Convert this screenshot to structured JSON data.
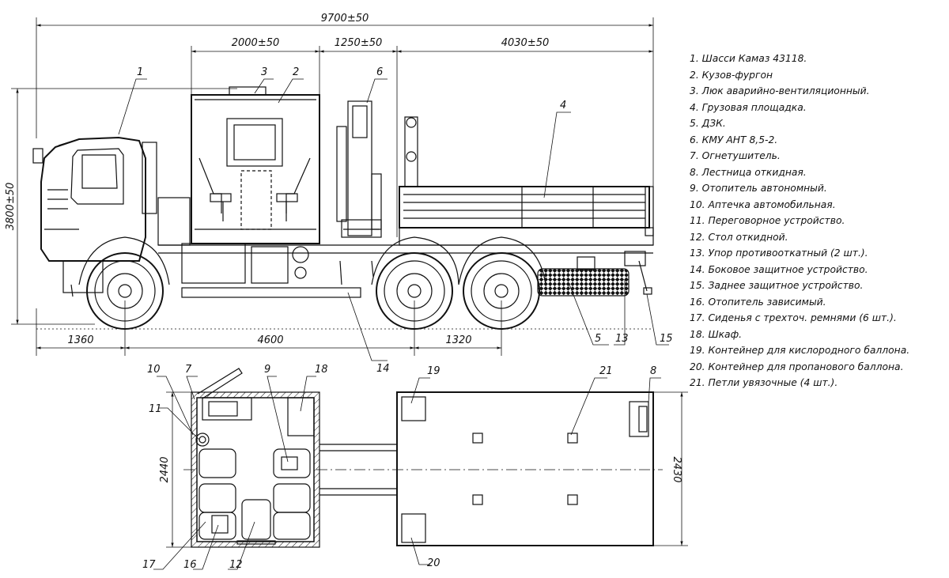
{
  "dimensions": {
    "total_length": "9700±50",
    "van_length": "2000±50",
    "crane_section": "1250±50",
    "platform_length": "4030±50",
    "height": "3800±50",
    "front_overhang": "1360",
    "wheelbase": "4600",
    "rear_axle_spacing": "1320",
    "van_width": "2440",
    "platform_width": "2430"
  },
  "callouts": [
    "1",
    "2",
    "3",
    "4",
    "5",
    "6",
    "7",
    "8",
    "9",
    "10",
    "11",
    "12",
    "13",
    "14",
    "15",
    "16",
    "17",
    "18",
    "19",
    "20",
    "21"
  ],
  "legend": [
    "1. Шасси Камаз 43118.",
    "2. Кузов-фургон",
    "3. Люк аварийно-вентиляционный.",
    "4. Грузовая площадка.",
    "5. ДЗК.",
    "6. КМУ АНТ 8,5-2.",
    "7. Огнетушитель.",
    "8. Лестница откидная.",
    "9. Отопитель автономный.",
    "10. Аптечка автомобильная.",
    "11. Переговорное устройство.",
    "12. Стол откидной.",
    "13. Упор противооткатный (2 шт.).",
    "14. Боковое защитное устройство.",
    "15. Заднее защитное устройство.",
    "16. Отопитель зависимый.",
    "17. Сиденья с трехточ. ремнями (6 шт.).",
    "18. Шкаф.",
    "19. Контейнер для кислородного баллона.",
    "20. Контейнер для пропанового баллона.",
    "21. Петли увязочные (4 шт.)."
  ]
}
